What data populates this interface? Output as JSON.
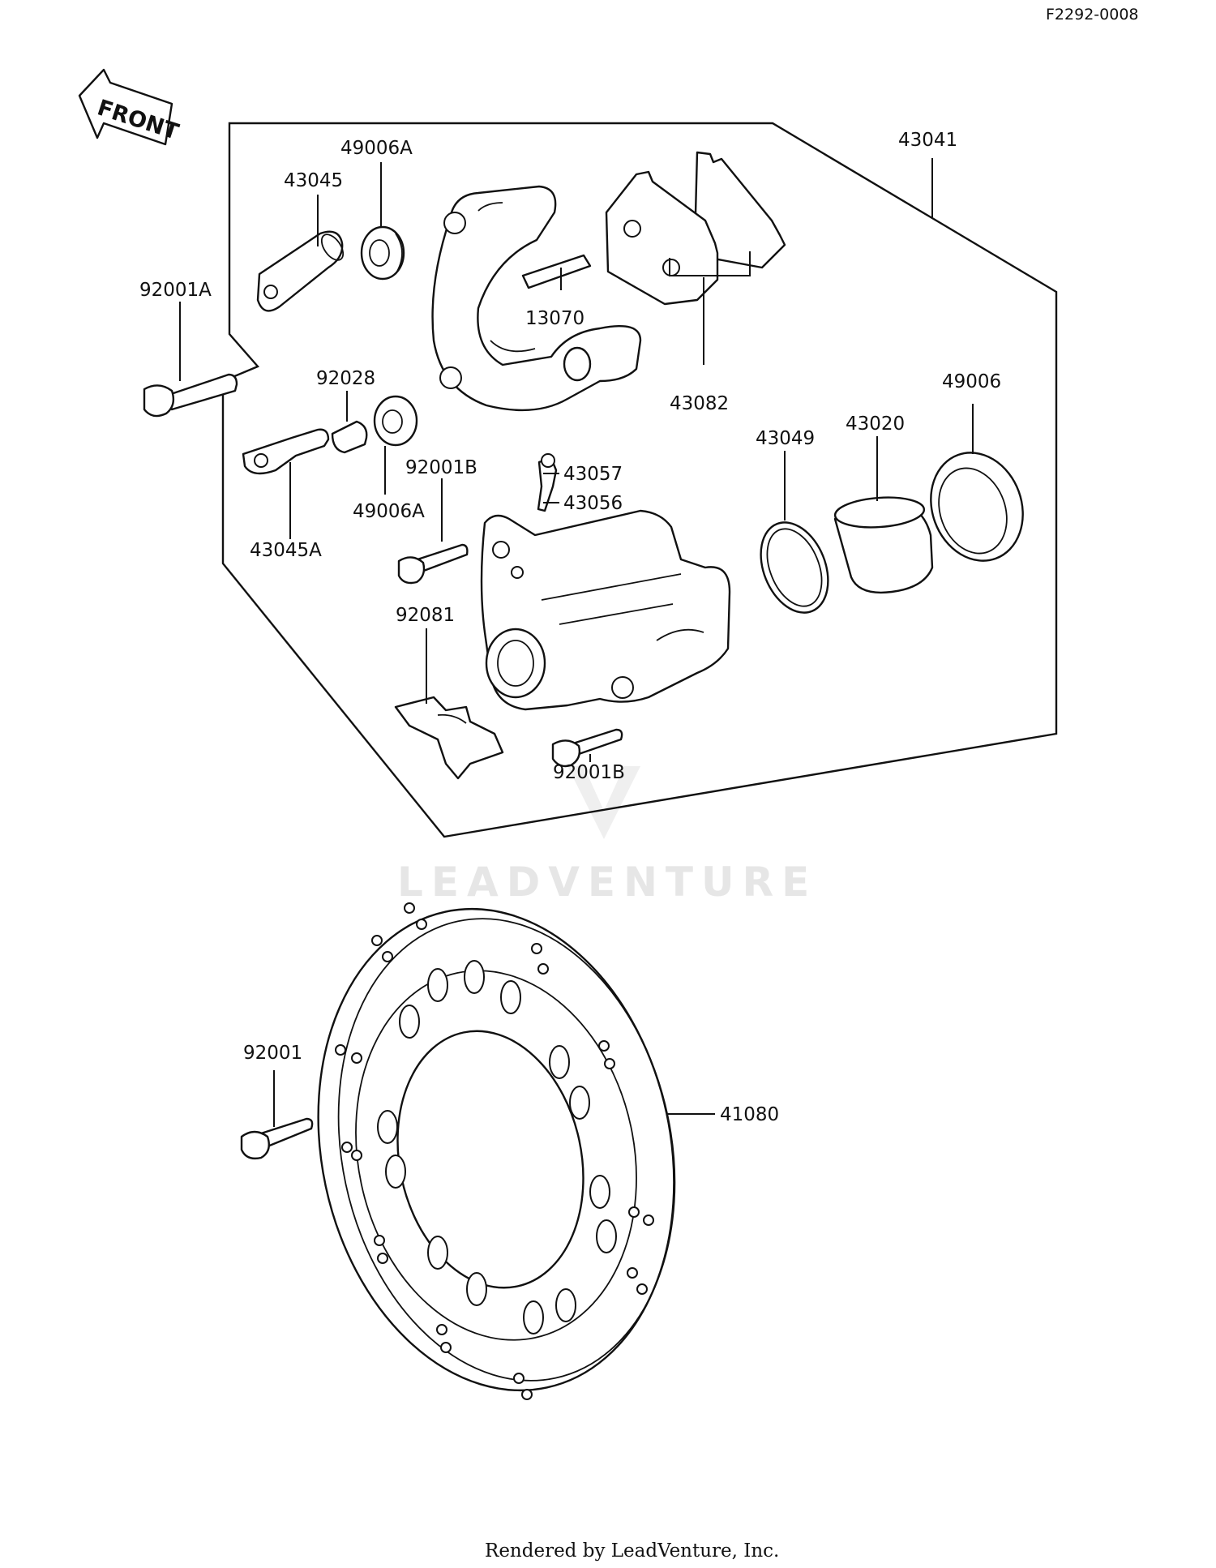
{
  "diagram_ref": "F2292-0008",
  "front_label": "FRONT",
  "watermark": "LEADVENTURE",
  "footer": "Rendered by LeadVenture, Inc.",
  "callouts": {
    "assembly": "43041",
    "pin_upper": "43045",
    "boot_upper": "49006A",
    "spring_clip": "13070",
    "pad_set": "43082",
    "bolt_upper": "92001A",
    "sleeve": "92028",
    "pin_lower": "43045A",
    "boot_lower": "49006A",
    "bolt_mid": "92001B",
    "bleeder_cap": "43057",
    "bleeder_valve": "43056",
    "seal_piston": "43049",
    "piston": "43020",
    "seal_dust": "49006",
    "pad_spring": "92081",
    "bolt_lower": "92001B",
    "disc_bolt": "92001",
    "disc": "41080"
  }
}
